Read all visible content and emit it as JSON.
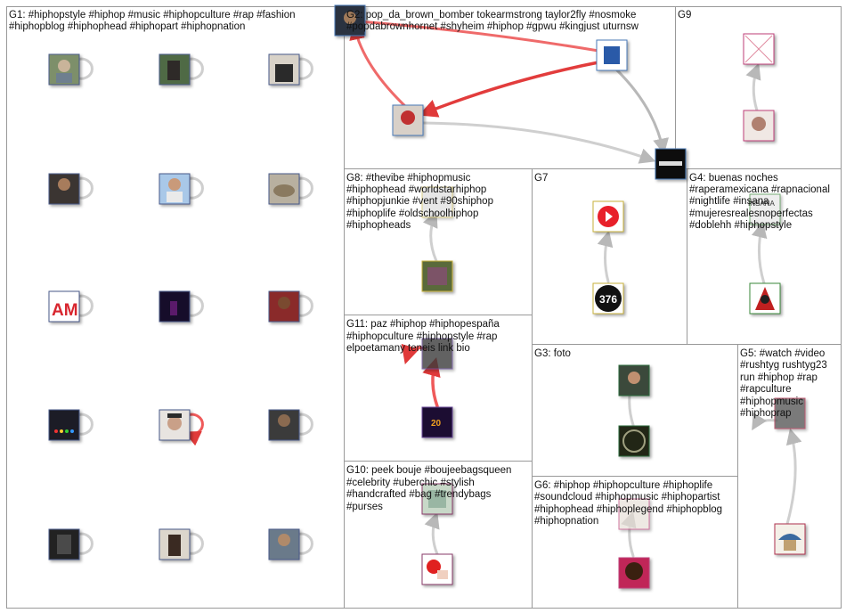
{
  "groups": [
    {
      "id": "G1",
      "lines": [
        "G1: #hiphopstyle #hiphop #music #hiphopculture #rap #fashion",
        "#hiphopblog #hiphophead #hiphopart #hiphopnation"
      ]
    },
    {
      "id": "G2",
      "lines": [
        "G2: pop_da_brown_bomber tokearmstrong taylor2fly #nosmoke",
        "#popdabrownhornet #shyheim #hiphop #gpwu #kingjust uturnsw"
      ]
    },
    {
      "id": "G9",
      "lines": [
        "G9"
      ]
    },
    {
      "id": "G8",
      "lines": [
        "G8: #thevibe #hiphopmusic",
        "#hiphophead #worldstarhiphop",
        "#hiphopjunkie #vent #90shiphop",
        "#hiphoplife #oldschoolhiphop",
        "#hiphopheads"
      ]
    },
    {
      "id": "G7",
      "lines": [
        "G7"
      ]
    },
    {
      "id": "G4",
      "lines": [
        "G4: buenas noches",
        "#raperamexicana #rapnacional",
        "#nightlife #insana",
        "#mujeresrealesnoperfectas",
        "#doblehh #hiphopstyle"
      ]
    },
    {
      "id": "G11",
      "lines": [
        "G11: paz #hiphop #hiphopespaña",
        "#hiphopculture #hiphopstyle #rap",
        "elpoetamany teneis link bio"
      ]
    },
    {
      "id": "G3",
      "lines": [
        "G3: foto"
      ]
    },
    {
      "id": "G5",
      "lines": [
        "G5: #watch #video",
        "#rushtyg rushtyg23",
        "run #hiphop #rap",
        "#rapculture",
        "#hiphopmusic",
        "#hiphoprap"
      ]
    },
    {
      "id": "G10",
      "lines": [
        "G10: peek bouje #boujeebagsqueen",
        "#celebrity #uberchic #stylish",
        "#handcrafted #bag #trendybags",
        "#purses"
      ]
    },
    {
      "id": "G6",
      "lines": [
        "G6: #hiphop #hiphopculture #hiphoplife",
        "#soundcloud #hiphopmusic #hiphopartist",
        "#hiphophead #hiphoplegend #hiphopblog",
        "#hiphopnation"
      ]
    }
  ],
  "avatar_texts": [
    "AM",
    "376",
    "INSANA",
    "20"
  ],
  "colors": {
    "edge_gray": "#c9c9c9",
    "edge_red": "#e84a4a",
    "border": "#999999"
  }
}
